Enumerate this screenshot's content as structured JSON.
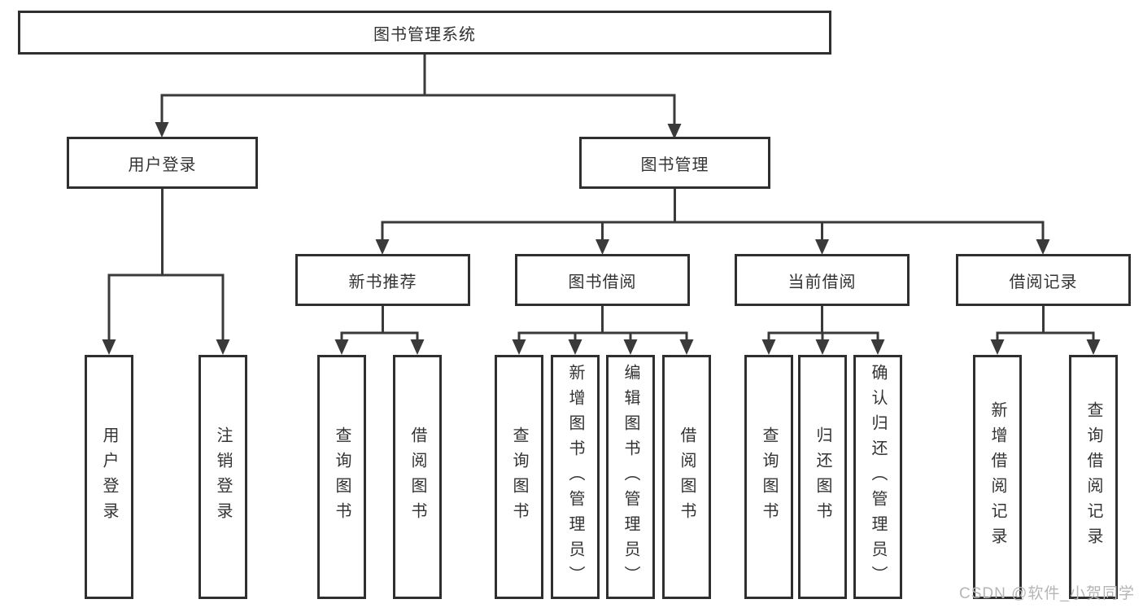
{
  "tree": {
    "root": "图书管理系统",
    "login": {
      "label": "用户登录",
      "children": [
        "用户登录",
        "注销登录"
      ]
    },
    "manage": {
      "label": "图书管理",
      "groups": [
        {
          "label": "新书推荐",
          "children": [
            "查询图书",
            "借阅图书"
          ]
        },
        {
          "label": "图书借阅",
          "children": [
            "查询图书",
            "新增图书（管理员）",
            "编辑图书（管理员）",
            "借阅图书"
          ]
        },
        {
          "label": "当前借阅",
          "children": [
            "查询图书",
            "归还图书",
            "确认归还（管理员）"
          ]
        },
        {
          "label": "借阅记录",
          "children": [
            "新增借阅记录",
            "查询借阅记录"
          ]
        }
      ]
    }
  },
  "watermark": {
    "text": "CSDN @软件_小贺同学"
  },
  "colors": {
    "line": "#3a3a3a",
    "box_border": "#2f2f2f",
    "text": "#333333",
    "watermark": "#b5b5b5",
    "background": "#ffffff"
  }
}
